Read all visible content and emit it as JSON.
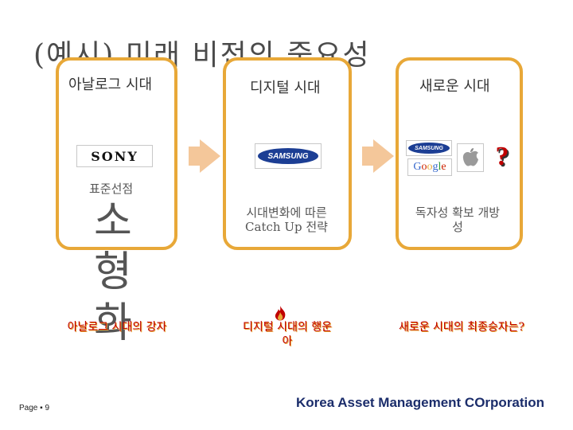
{
  "title": "(예시) 미래 비전의 중요성",
  "columns": [
    {
      "heading": "아날로그 시대",
      "logo_text": "SONY",
      "label": "표준선점",
      "vertical_chars": [
        "소",
        "형",
        "화"
      ],
      "bottom_text": "아날로그 시대의 강자"
    },
    {
      "heading": "디지털 시대",
      "logo_text": "SAMSUNG",
      "strategy": "시대변화에 따른 Catch Up 전략",
      "bottom_text": "디지털 시대의 행운아"
    },
    {
      "heading": "새로운 시대",
      "logos": [
        "SAMSUNG",
        "Google",
        "apple-icon",
        "question-icon"
      ],
      "strategy": "독자성 확보 개방성",
      "bottom_text": "새로운 시대의 최종승자는?"
    }
  ],
  "footer": "Korea Asset Management COrporation",
  "page_number": "Page ▪ 9",
  "colors": {
    "frame": "#e8a838",
    "arrow": "#f4c79a",
    "samsung": "#1c3e94",
    "footer": "#1b2d6b"
  }
}
